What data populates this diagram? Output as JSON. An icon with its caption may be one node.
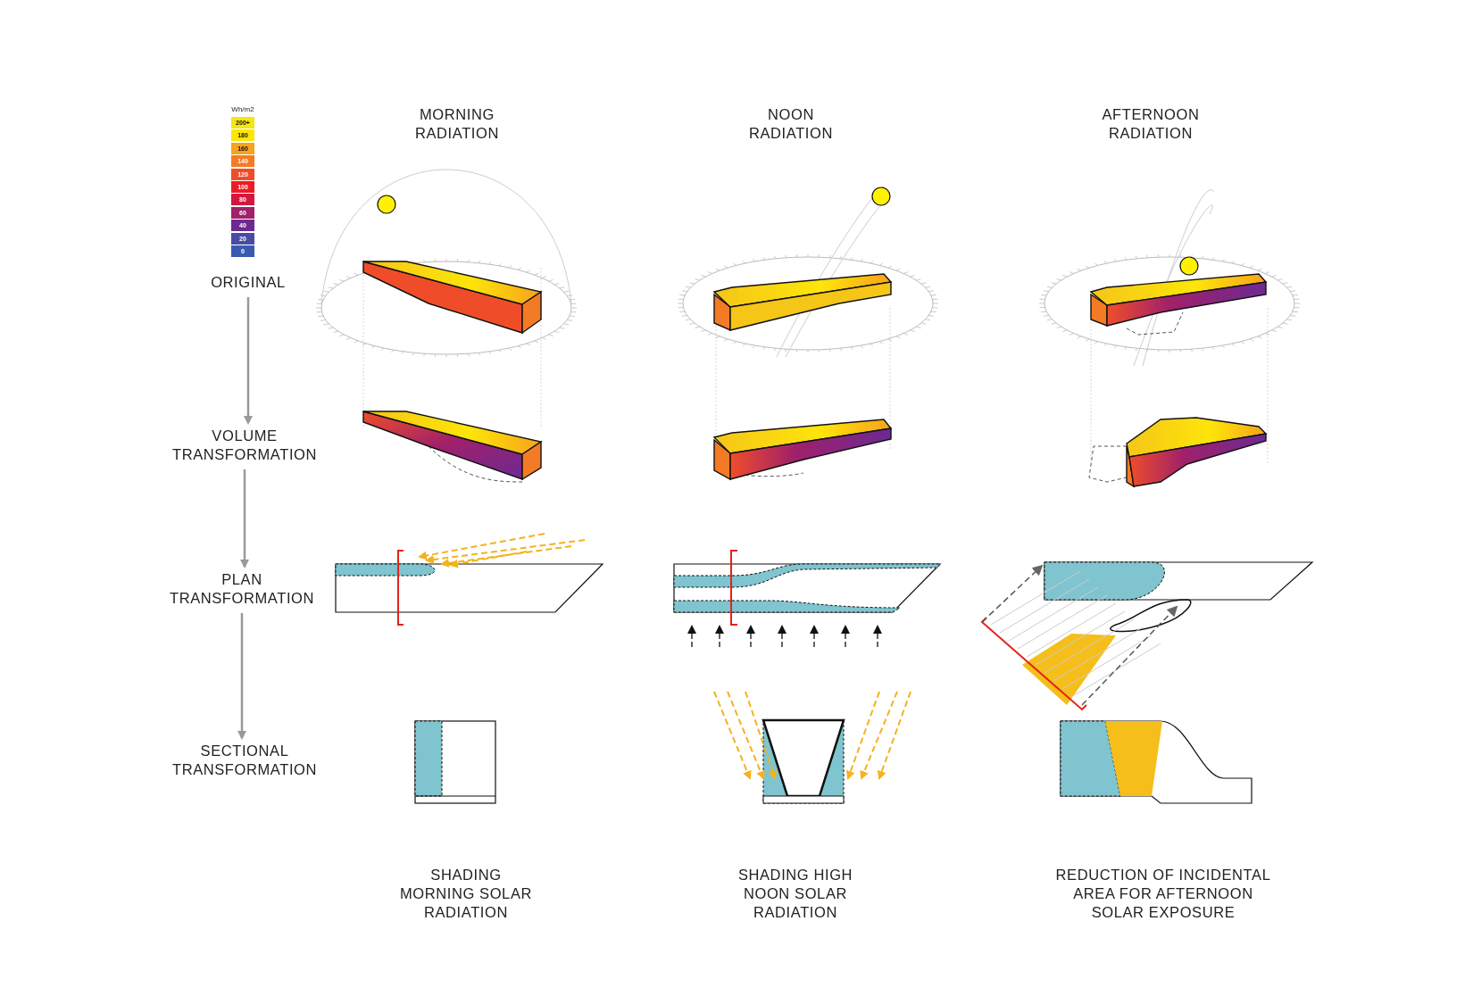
{
  "diagram": {
    "nodes": [
      {
        "text": [
          "ORIGINAL"
        ]
      },
      {
        "text": [
          "VOLUME TRANSFORMATION"
        ]
      },
      {
        "text": [
          "PLAN TRANSFORMATION"
        ]
      },
      {
        "text": [
          "SECTIONAL TRANSFORMATION"
        ]
      }
    ],
    "edges": [
      {
        "from": 0,
        "to": 1,
        "arrow": "to"
      },
      {
        "from": 1,
        "to": 2,
        "arrow": "to"
      },
      {
        "from": 2,
        "to": 3,
        "arrow": "to"
      }
    ],
    "labels": [
      "Wh/m2",
      "MORNING RADIATION",
      "NOON RADIATION",
      "AFTERNOON RADIATION",
      "SHADING MORNING SOLAR RADIATION",
      "SHADING HIGH NOON SOLAR RADIATION",
      "REDUCTION OF INCIDENTAL AREA FOR AFTERNOON SOLAR EXPOSURE"
    ],
    "legend": [
      {
        "text": "200+",
        "color": "#f5e614"
      },
      {
        "text": "180",
        "color": "#fde50a"
      },
      {
        "text": "160",
        "color": "#f9a21b"
      },
      {
        "text": "140",
        "color": "#f47b25"
      },
      {
        "text": "120",
        "color": "#ef4d2a"
      },
      {
        "text": "100",
        "color": "#ec1c24"
      },
      {
        "text": "80",
        "color": "#d3183f"
      },
      {
        "text": "60",
        "color": "#a0206a"
      },
      {
        "text": "40",
        "color": "#6c2a93"
      },
      {
        "text": "20",
        "color": "#4a4ca3"
      },
      {
        "text": "0",
        "color": "#3a5ab0"
      }
    ]
  }
}
